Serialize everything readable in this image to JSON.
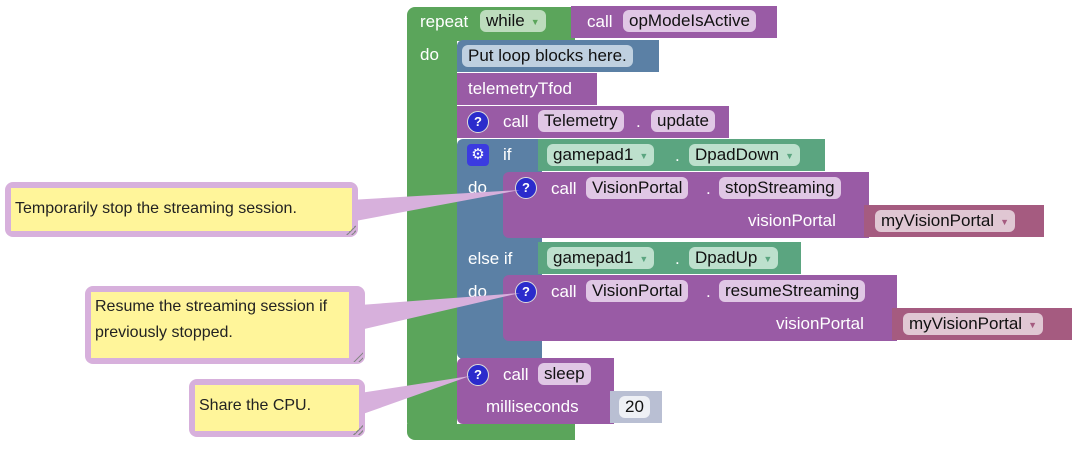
{
  "repeat_block": {
    "label_repeat": "repeat",
    "mode": "while",
    "label_do": "do",
    "condition": {
      "label_call": "call",
      "function": "opModeIsActive"
    }
  },
  "loop_comment_block": {
    "text": "Put loop blocks here."
  },
  "telemetry_tfod_block": {
    "label": "telemetryTfod"
  },
  "telemetry_update_block": {
    "label_call": "call",
    "class": "Telemetry",
    "separator": ".",
    "method": "update"
  },
  "if_block": {
    "label_if": "if",
    "label_do": "do",
    "label_else_if": "else if",
    "condition1": {
      "gamepad": "gamepad1",
      "separator": ".",
      "button": "DpadDown"
    },
    "branch1": {
      "label_call": "call",
      "class": "VisionPortal",
      "separator": ".",
      "method": "stopStreaming",
      "param_label": "visionPortal",
      "param_value": "myVisionPortal"
    },
    "condition2": {
      "gamepad": "gamepad1",
      "separator": ".",
      "button": "DpadUp"
    },
    "branch2": {
      "label_call": "call",
      "class": "VisionPortal",
      "separator": ".",
      "method": "resumeStreaming",
      "param_label": "visionPortal",
      "param_value": "myVisionPortal"
    }
  },
  "sleep_block": {
    "label_call": "call",
    "function": "sleep",
    "param_label": "milliseconds",
    "param_value": "20"
  },
  "comments": [
    {
      "text": "Temporarily stop the streaming session."
    },
    {
      "text": "Resume the streaming session if previously stopped."
    },
    {
      "text": "Share the CPU."
    }
  ],
  "icons": {
    "help": "?",
    "gear": "⚙",
    "dropdown": "▼"
  },
  "colors": {
    "loop_green": "#5ba55b",
    "logic_blue": "#5b80a5",
    "function_purple": "#995ba5",
    "variable_plum": "#a55b80",
    "gamepad_teal": "#5ba580",
    "comment_yellow": "#fff59a",
    "comment_border": "#d7b0dc"
  }
}
